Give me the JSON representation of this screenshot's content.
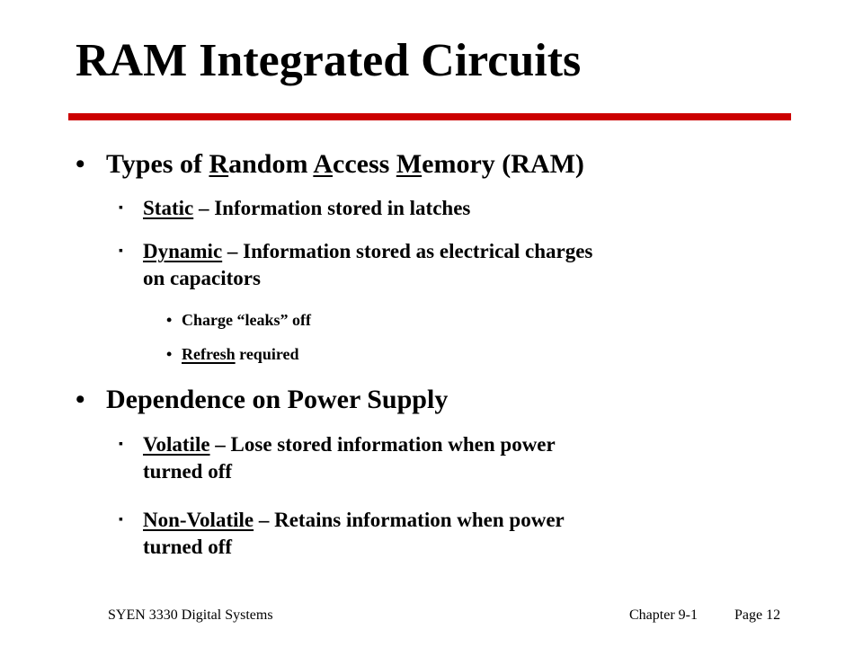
{
  "slide": {
    "title": "RAM Integrated Circuits",
    "accent_color": "#cc0000"
  },
  "bullets": {
    "types": {
      "u1": "R",
      "t1": "andom ",
      "u2": "A",
      "t2": "ccess ",
      "u3": "M",
      "t3": "emory (RAM)",
      "prefix": "Types of "
    },
    "static": {
      "term": "Static",
      "rest": " – Information stored in latches"
    },
    "dynamic": {
      "term": "Dynamic",
      "rest_line1": " – Information stored as electrical charges",
      "rest_line2": "on capacitors"
    },
    "charge_leaks": {
      "text": "Charge “leaks” off"
    },
    "refresh": {
      "term": "Refresh",
      "rest": " required"
    },
    "power": {
      "text": "Dependence on Power Supply"
    },
    "volatile": {
      "term": "Volatile",
      "rest_line1": " – Lose stored information when power",
      "rest_line2": "turned off"
    },
    "nonvolatile": {
      "term": "Non-Volatile",
      "rest_line1": " – Retains information when power",
      "rest_line2": "turned off"
    }
  },
  "markers": {
    "level1": "•",
    "level2": "▪",
    "level3": "•"
  },
  "footer": {
    "course": "SYEN 3330 Digital Systems",
    "chapter": "Chapter 9-1",
    "page": "Page 12"
  }
}
